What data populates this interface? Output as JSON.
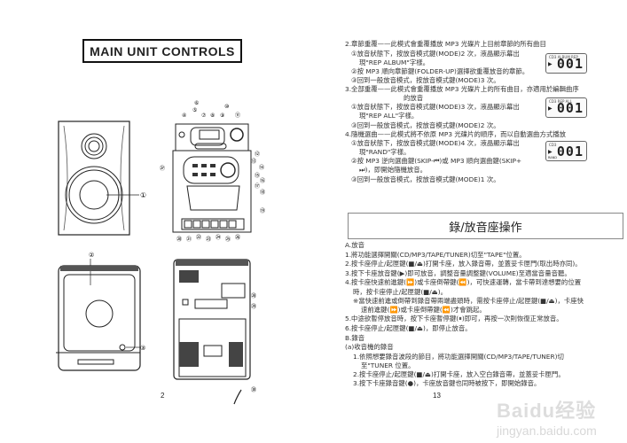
{
  "left_page": {
    "title": "MAIN UNIT CONTROLS",
    "page_number": "2",
    "callouts": [
      "①",
      "②",
      "③",
      "④",
      "⑤",
      "⑥",
      "⑦",
      "⑧",
      "⑨",
      "⑩",
      "⑪",
      "⑫",
      "⑬",
      "⑭",
      "⑮",
      "⑯",
      "⑰",
      "⑱",
      "⑲",
      "⑳",
      "㉑",
      "㉒",
      "㉓",
      "㉔",
      "㉕",
      "㉖",
      "㉗",
      "㉘",
      "㉙",
      "㉚"
    ]
  },
  "right_page": {
    "page_number": "13",
    "repeat_lines": [
      "2.章節重覆——此模式會重覆播放 MP3 光碟片上目前章節的所有曲目",
      "①放音狀態下，按放音模式鍵(MODE)2 次，液晶顯示幕出",
      "現\"REP ALBUM\"字樣。",
      "②按 MP3 順向章節鍵(FOLDER-UP)選擇欲重覆放音的章節。",
      "③回到一般放音模式，按放音模式鍵(MODE)3 次。",
      "3.全部重覆——此模式會重覆播放 MP3 光碟片上的所有曲目，亦適用於編輯曲序",
      "的放音",
      "①放音狀態下，按放音模式鍵(MODE)3 次，液晶顯示幕出",
      "現\"REP ALL\"字樣。",
      "③回到一般放音模式，按放音模式鍵(MODE)2 次。",
      "4.隨機選曲——此模式將不依原 MP3 光碟片的順序，而以自動選曲方式播放",
      "①放音狀態下，按放音模式鍵(MODE)4 次，液晶顯示幕出",
      "現\"RAND\"字樣。",
      "②按 MP3 逆向選曲鍵(SKIP-⏮)或 MP3 順向選曲鍵(SKIP+",
      "⏭)，即開始隨機放音。",
      "③回到一般放音模式，按放音模式鍵(MODE)1 次。"
    ],
    "lcd_displays": [
      {
        "tags": "CD3  ALBUM  REP",
        "digits": "001",
        "sub": ""
      },
      {
        "tags": "CD3           REP ALL",
        "digits": "001",
        "sub": ""
      },
      {
        "tags": "CD3",
        "digits": "001",
        "sub": "RAND"
      }
    ],
    "section_title": "錄/放音座操作",
    "playback_lines": [
      "A.放音",
      "1.將功能選擇開關(CD/MP3/TAPE/TUNER)切至\"TAPE\"位置。",
      "2.按卡座停止/起匣鍵(■/⏏)打開卡座，放入錄音帶，並蓋妥卡匣門(取出時亦同)。",
      "3.按下卡座放音鍵(▶)即可放音，調整音量調整鍵(VOLUME)至適當音量音聽。",
      "4.按卡座快速前進鍵(⏩)或卡座倒帶鍵(⏪)，可快速運轉，當卡帶到達想要的位置",
      "時，按卡座停止/起匣鍵(■/⏏)。",
      "※當快速前進或倒帶到錄音帶兩端盡頭時，需按卡座停止/起匣鍵(■/⏏)，卡座快",
      "速前進鍵(⏩)或卡座倒帶鍵(⏪)才會跳起。",
      "5.中途欲暫停放音時，按下卡座暫停鍵(⏸)即可，再按一次則恢復正常放音。",
      "6.按卡座停止/起匣鍵(■/⏏)，即停止放音。"
    ],
    "recording_lines": [
      "B.錄音",
      "(a)收音機的錄音",
      "1.依照想要錄音波段的節目，將功能選擇開關(CD/MP3/TAPE/TUNER)切",
      "至\"TUNER 位置。",
      "2.按卡座停止/起匣鍵(■/⏏)打開卡座，放入空白錄音帶，並蓋妥卡匣門。",
      "3.按下卡座錄音鍵(●)，卡座放音鍵也同時被按下，即開始錄音。"
    ],
    "watermark": "Baidu经验",
    "watermark_url": "jingyan.baidu.com"
  }
}
